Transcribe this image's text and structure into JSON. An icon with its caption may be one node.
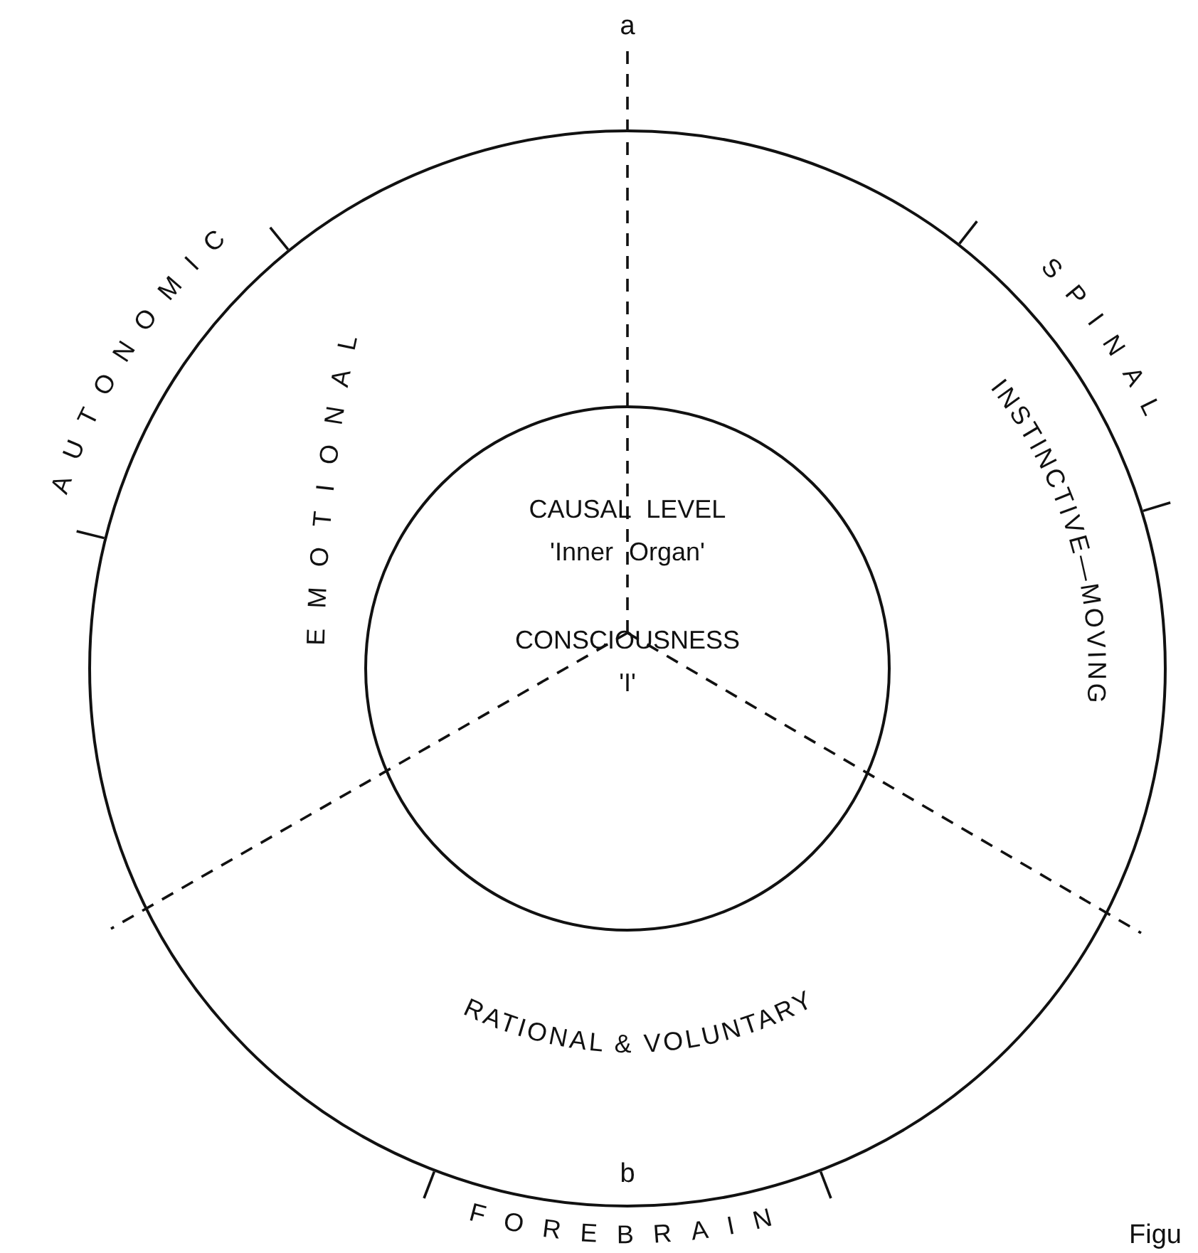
{
  "diagram": {
    "nodes": [
      {
        "text": [
          "EMOTIONAL",
          "INSTINCTIVE—MOVING",
          "RATIONAL & VOLUNTARY"
        ],
        "beside": [
          "AUTONOMIC",
          "SPINAL",
          "FOREBRAIN"
        ]
      },
      {
        "text": [
          "CAUSAL LEVEL 'Inner Organ'",
          "CONSCIOUSNESS 'I'"
        ],
        "in": 0
      }
    ],
    "labels": [
      "a",
      "b",
      "Figu"
    ]
  }
}
